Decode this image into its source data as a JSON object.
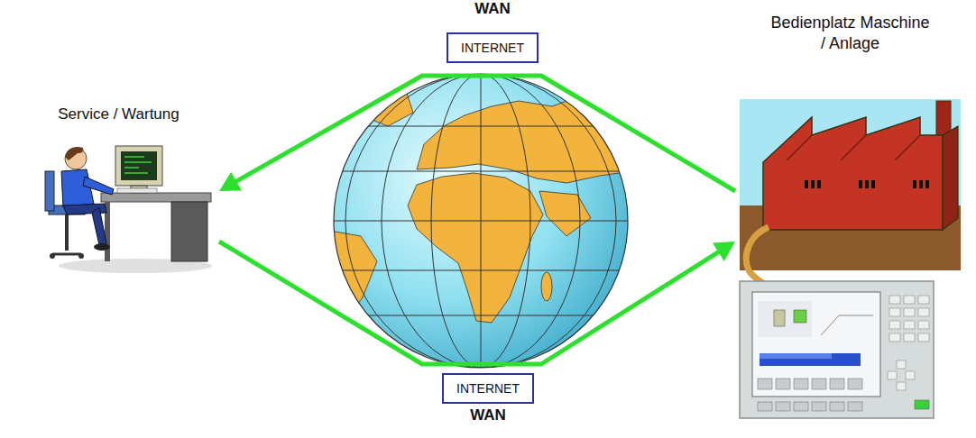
{
  "diagram": {
    "nodes": [
      {
        "text": [
          "Service / Wartung"
        ]
      },
      {
        "text": [
          "WAN",
          "INTERNET"
        ]
      },
      {
        "text": [
          "Bedienplatz Maschine / Anlage"
        ]
      },
      {
        "text": [
          "INTERNET",
          "WAN"
        ]
      }
    ],
    "edges": [
      {
        "from": 2,
        "to": 0,
        "arrow": "to"
      },
      {
        "from": 0,
        "to": 2,
        "arrow": "to"
      }
    ]
  }
}
